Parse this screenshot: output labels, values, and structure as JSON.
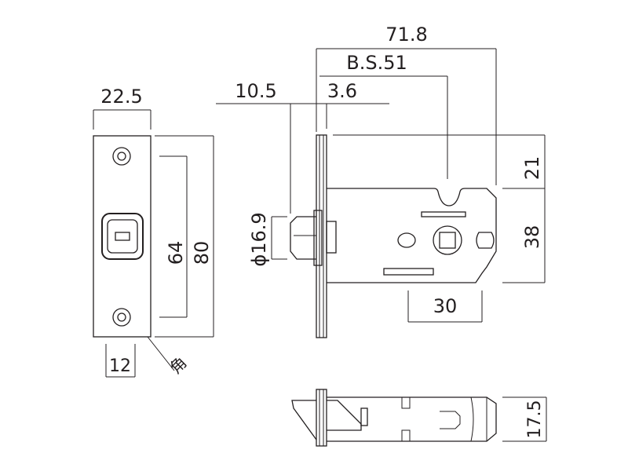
{
  "dimensions": {
    "overall_length": "71.8",
    "backset": "B.S.51",
    "latch_projection": "10.5",
    "faceplate_thickness": "3.6",
    "faceplate_width": "22.5",
    "latch_diameter": "ϕ16.9",
    "hole_pitch": "64",
    "faceplate_height": "80",
    "case_offset": "21",
    "case_height": "38",
    "case_depth": "30",
    "faceplate_depth": "12",
    "corner_note": "角",
    "body_thickness": "17.5"
  }
}
